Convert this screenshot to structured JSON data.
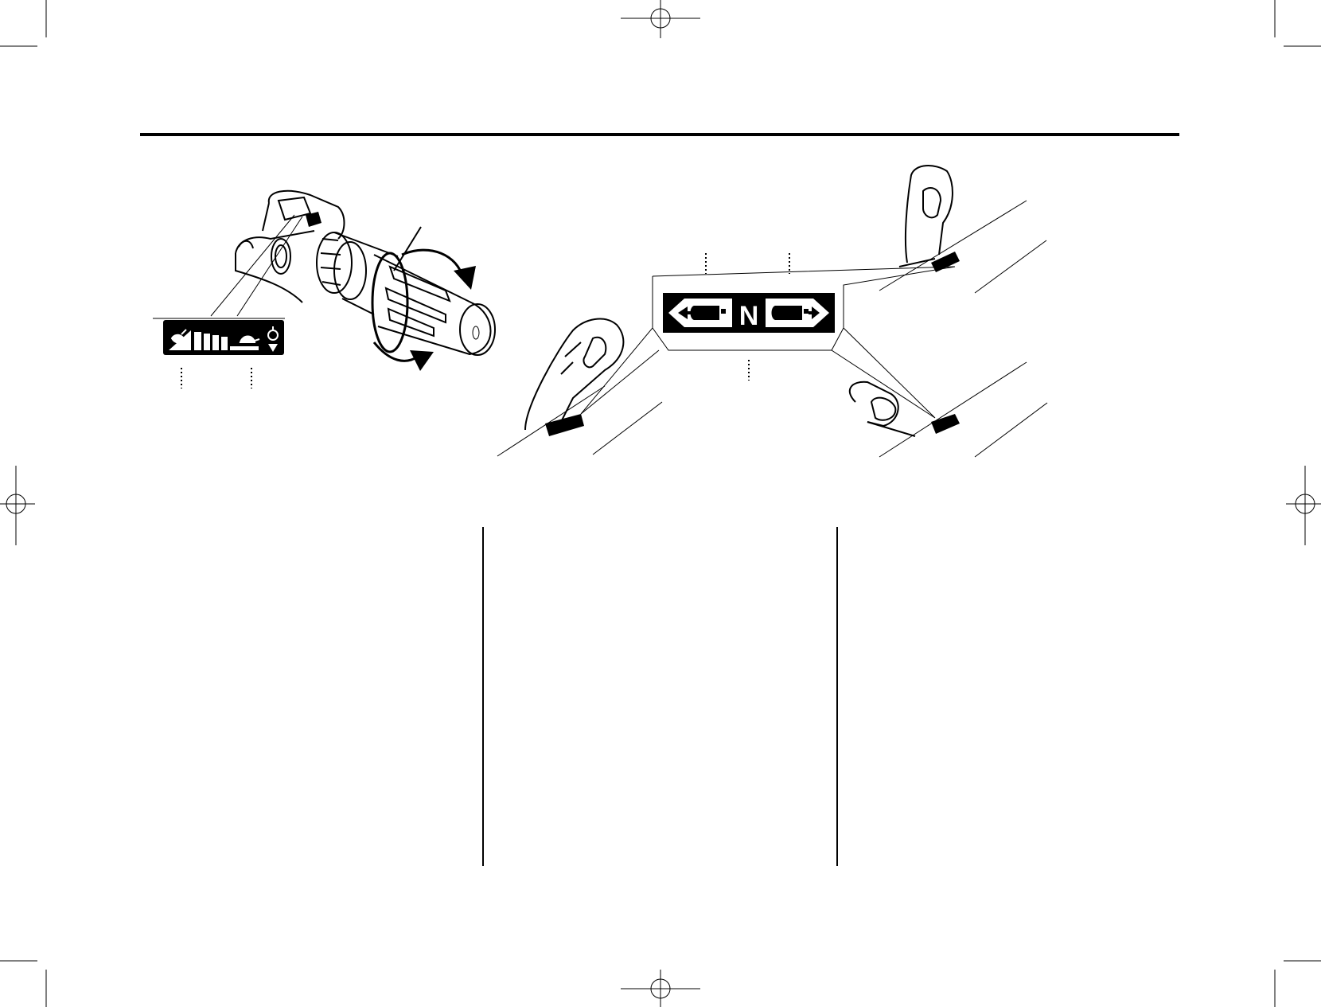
{
  "page": {
    "title": "",
    "left_figure": {
      "name": "throttle-grip-figure",
      "label_icon": "speed-range-label-icon",
      "label_marks": [
        "rabbit-icon",
        "tortoise-icon",
        "choke-icon"
      ]
    },
    "right_figure": {
      "name": "shift-lever-figure",
      "label_icon": "forward-neutral-reverse-label-icon",
      "center_letter": "N"
    },
    "colors": {
      "ink": "#000000",
      "paper": "#ffffff"
    }
  }
}
